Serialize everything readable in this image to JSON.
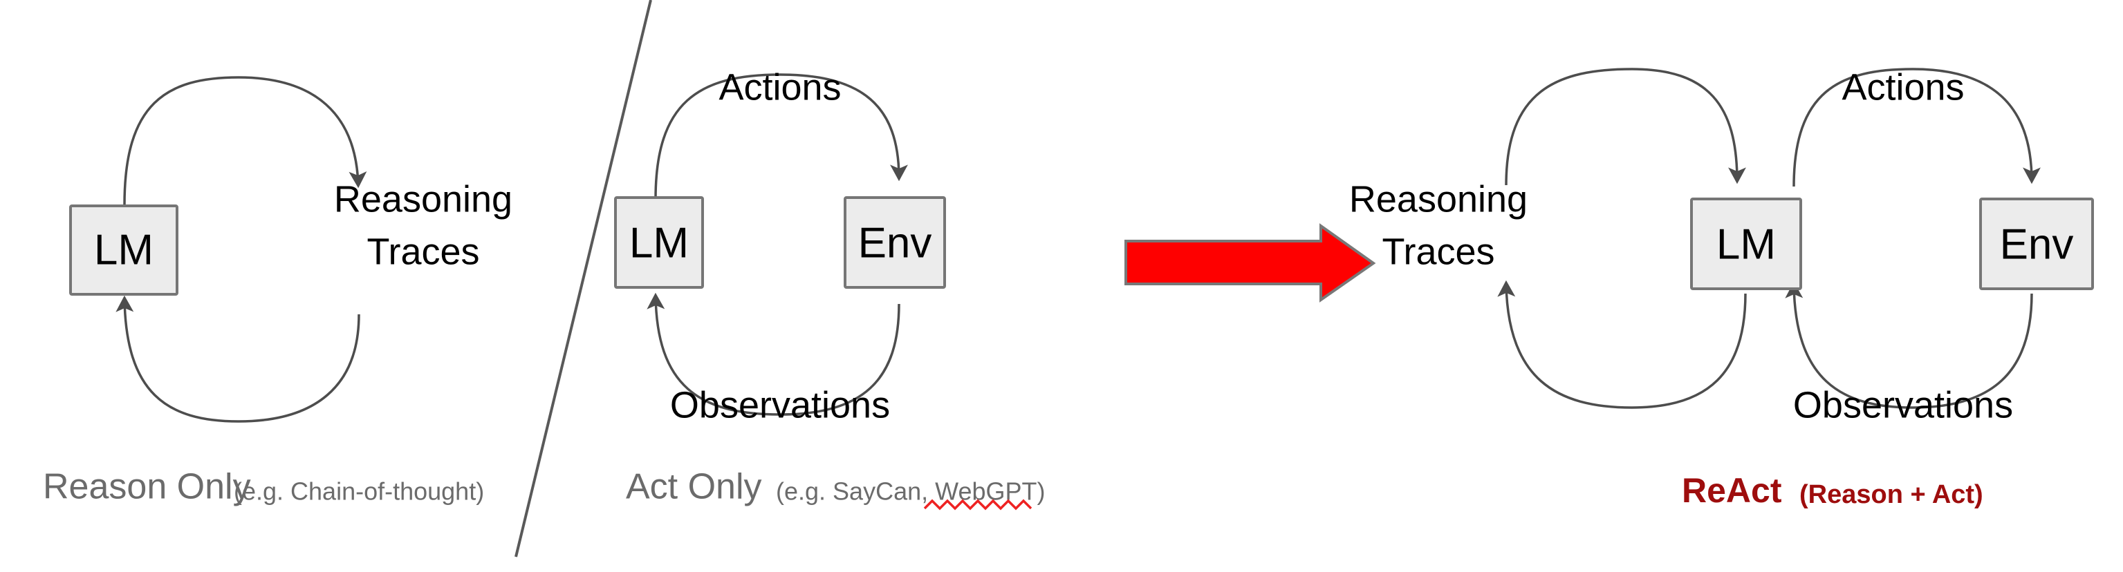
{
  "figure": {
    "title": "ReAct: Reason Only vs Act Only vs ReAct comparison diagram",
    "background_color": "#ffffff"
  },
  "colors": {
    "box_fill": "#ececec",
    "box_stroke": "#767676",
    "arrow_stroke": "#4d4d4d",
    "caption_gray": "#6b6b6b",
    "react_red": "#9e0d0d",
    "big_arrow_red": "#fe0000",
    "spellcheck_red": "#ee2222",
    "divider_gray": "#595959"
  },
  "panels": [
    {
      "id": "reason-only",
      "caption_main": "Reason Only",
      "caption_sub": "(e.g. Chain-of-thought)",
      "caption_color": "#6b6b6b",
      "nodes": [
        {
          "id": "lm",
          "label": "LM"
        }
      ],
      "text_nodes": [
        {
          "id": "reasoning-traces",
          "line1": "Reasoning",
          "line2": "Traces"
        }
      ],
      "edges": [
        {
          "id": "lm-to-traces",
          "from": "LM",
          "to": "Reasoning Traces",
          "label": ""
        },
        {
          "id": "traces-to-lm",
          "from": "Reasoning Traces",
          "to": "LM",
          "label": ""
        }
      ]
    },
    {
      "id": "act-only",
      "caption_main": "Act Only",
      "caption_sub": "(e.g. SayCan, WebGPT)",
      "caption_color": "#6b6b6b",
      "spellcheck_underline_word": "WebGPT",
      "nodes": [
        {
          "id": "lm",
          "label": "LM"
        },
        {
          "id": "env",
          "label": "Env"
        }
      ],
      "edges": [
        {
          "id": "actions",
          "from": "LM",
          "to": "Env",
          "label": "Actions"
        },
        {
          "id": "observations",
          "from": "Env",
          "to": "LM",
          "label": "Observations"
        }
      ]
    },
    {
      "id": "react",
      "caption_main": "ReAct",
      "caption_sub": "(Reason + Act)",
      "caption_color": "#9e0d0d",
      "nodes": [
        {
          "id": "lm",
          "label": "LM"
        },
        {
          "id": "env",
          "label": "Env"
        }
      ],
      "text_nodes": [
        {
          "id": "reasoning-traces",
          "line1": "Reasoning",
          "line2": "Traces"
        }
      ],
      "edges": [
        {
          "id": "traces-to-lm",
          "from": "Reasoning Traces",
          "to": "LM",
          "label": ""
        },
        {
          "id": "lm-to-traces",
          "from": "LM",
          "to": "Reasoning Traces",
          "label": ""
        },
        {
          "id": "actions",
          "from": "LM",
          "to": "Env",
          "label": "Actions"
        },
        {
          "id": "observations",
          "from": "Env",
          "to": "LM",
          "label": "Observations"
        }
      ]
    }
  ],
  "transition_arrow": {
    "id": "red-transition-arrow",
    "direction": "right",
    "color": "#fe0000"
  },
  "divider": {
    "id": "slanted-divider",
    "color": "#595959"
  }
}
